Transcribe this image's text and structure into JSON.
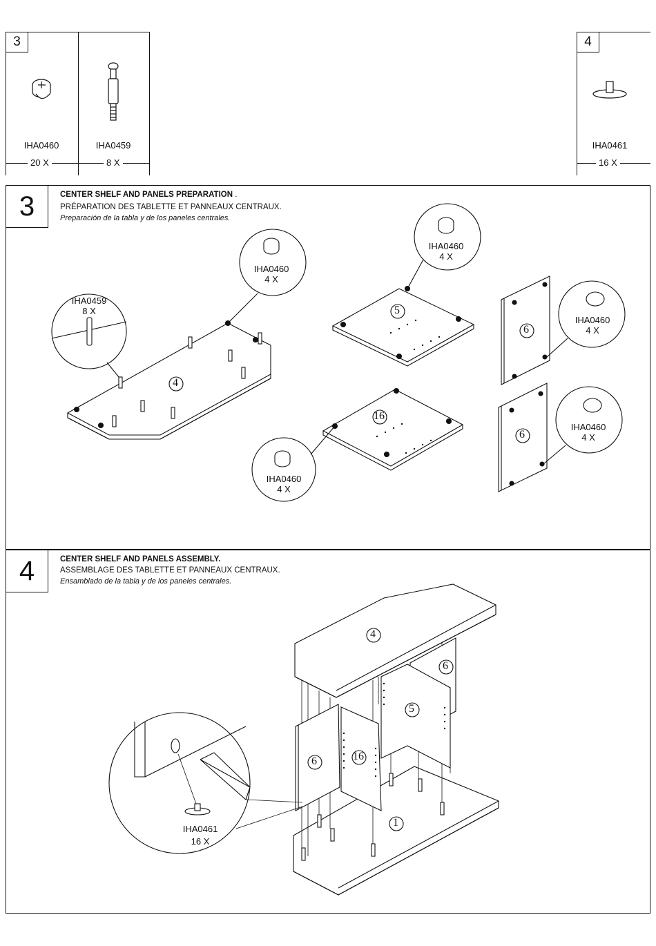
{
  "parts_header": {
    "left_group_number": "3",
    "right_group_number": "4",
    "items": [
      {
        "code": "IHA0460",
        "qty": "20 X",
        "icon": "cam-lock-icon"
      },
      {
        "code": "IHA0459",
        "qty": "8 X",
        "icon": "cam-bolt-icon"
      },
      {
        "code": "IHA0461",
        "qty": "16 X",
        "icon": "shelf-support-icon"
      }
    ]
  },
  "step3": {
    "number": "3",
    "title_en": "CENTER SHELF AND PANELS PREPARATION",
    "title_en_suffix": ".",
    "title_fr": "PRÉPARATION DES TABLETTE ET PANNEAUX CENTRAUX.",
    "title_es": "Preparación de la tabla y de los paneles centrales.",
    "callouts": [
      {
        "code": "IHA0459",
        "qty": "8 X"
      },
      {
        "code": "IHA0460",
        "qty": "4 X"
      },
      {
        "code": "IHA0460",
        "qty": "4 X"
      },
      {
        "code": "IHA0460",
        "qty": "4 X"
      },
      {
        "code": "IHA0460",
        "qty": "4 X"
      },
      {
        "code": "IHA0460",
        "qty": "4 X"
      }
    ],
    "part_labels": [
      "4",
      "5",
      "16",
      "6",
      "6"
    ]
  },
  "step4": {
    "number": "4",
    "title_en": "CENTER SHELF AND PANELS ASSEMBLY.",
    "title_fr": "ASSEMBLAGE DES TABLETTE ET PANNEAUX CENTRAUX.",
    "title_es": "Ensamblado de la tabla y de los paneles centrales.",
    "callout": {
      "code": "IHA0461",
      "qty": "16 X"
    },
    "part_labels": [
      "4",
      "6",
      "5",
      "6",
      "16",
      "1"
    ]
  }
}
